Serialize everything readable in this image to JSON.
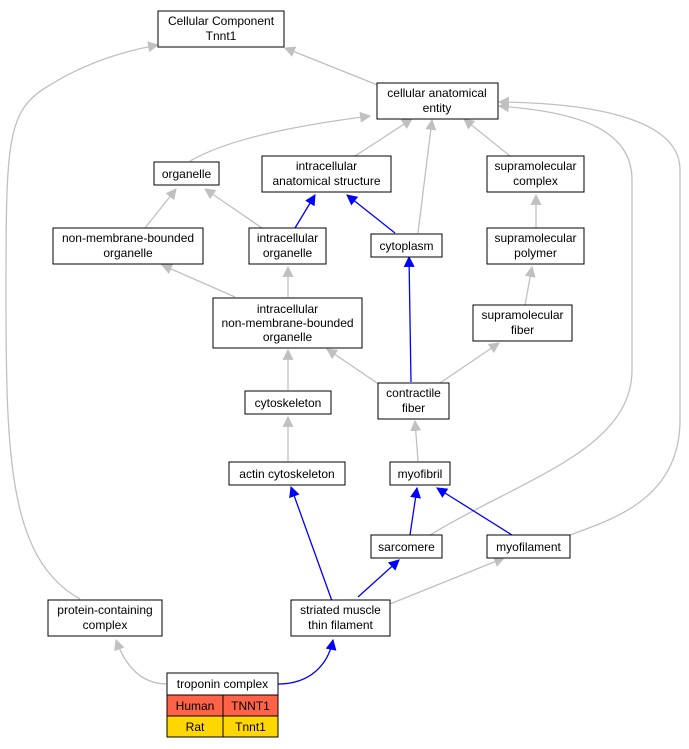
{
  "colors": {
    "is_a_edge": "#c0c0c0",
    "part_of_edge": "#0000ff",
    "human_cell": "#ff6347",
    "rat_cell": "#ffd700"
  },
  "nodes": {
    "root": [
      "Cellular Component",
      "Tnnt1"
    ],
    "cae": [
      "cellular anatomical",
      "entity"
    ],
    "organelle": [
      "organelle"
    ],
    "ias": [
      "intracellular",
      "anatomical structure"
    ],
    "smc": [
      "supramolecular",
      "complex"
    ],
    "nmbo": [
      "non-membrane-bounded",
      "organelle"
    ],
    "io": [
      "intracellular",
      "organelle"
    ],
    "cyto": [
      "cytoplasm"
    ],
    "smp": [
      "supramolecular",
      "polymer"
    ],
    "inmbo": [
      "intracellular",
      "non-membrane-bounded",
      "organelle"
    ],
    "smf": [
      "supramolecular",
      "fiber"
    ],
    "cytosk": [
      "cytoskeleton"
    ],
    "cf": [
      "contractile",
      "fiber"
    ],
    "actin": [
      "actin cytoskeleton"
    ],
    "myofibril": [
      "myofibril"
    ],
    "sarc": [
      "sarcomere"
    ],
    "myofil": [
      "myofilament"
    ],
    "pcc": [
      "protein-containing",
      "complex"
    ],
    "smtf": [
      "striated muscle",
      "thin filament"
    ],
    "tc": [
      "troponin complex"
    ]
  },
  "annotations": [
    {
      "species": "Human",
      "gene": "TNNT1"
    },
    {
      "species": "Rat",
      "gene": "Tnnt1"
    }
  ]
}
